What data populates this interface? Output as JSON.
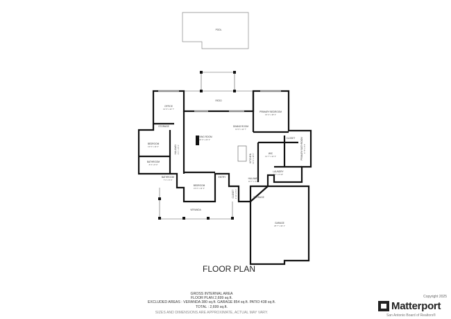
{
  "rooms": {
    "pool": {
      "name": "POOL"
    },
    "patio": {
      "name": "PATIO"
    },
    "office": {
      "name": "OFFICE",
      "dims": "13' 3\" x 13' 7\""
    },
    "storage_office": {
      "name": "STORAGE"
    },
    "bedroom_left": {
      "name": "BEDROOM",
      "dims": "13' 6\" x 12' 0\""
    },
    "bathroom_left": {
      "name": "BATHROOM",
      "dims": "8' 0\" x 8' 0\""
    },
    "hallway_left": {
      "name": "HALLWAY",
      "dims": "4' 0\" x 15' 0\""
    },
    "living_room": {
      "name": "LIVING ROOM",
      "dims": "20' 0\" x 23' 3\""
    },
    "dining_room": {
      "name": "DINING ROOM",
      "dims": "13' 0\" x 14' 7\""
    },
    "kitchen": {
      "name": "KITCHEN",
      "dims": "13' 0\" x 18' 0\""
    },
    "primary_bedroom": {
      "name": "PRIMARY BEDROOM",
      "dims": "15' 4\" x 18' 3\""
    },
    "primary_bathroom": {
      "name": "PRIMARY BATHROOM",
      "dims": "17' 8\" x 9' 9\""
    },
    "closet_primary": {
      "name": "CLOSET"
    },
    "wic": {
      "name": "WIC",
      "dims": "12' 7\" x 12' 3\""
    },
    "laundry": {
      "name": "LAUNDRY",
      "dims": "8' 6\" x 6' 10\""
    },
    "bathroom_small": {
      "name": "BATHROOM",
      "dims": "7' 1\" x 5' 0\""
    },
    "bedroom_bottom": {
      "name": "BEDROOM",
      "dims": "15' 0\" x 12' 3\""
    },
    "entry": {
      "name": "ENTRY"
    },
    "closet_entry": {
      "name": "CLOSET",
      "dims": "4' 10\" x 6' 0\""
    },
    "hallway_right": {
      "name": "HALLWAY",
      "dims": "10' 7\" x 4' 0\""
    },
    "storage_garage": {
      "name": "STORAGE"
    },
    "veranda": {
      "name": "VERANDA"
    },
    "garage": {
      "name": "GARAGE",
      "dims": "25' 7\" x 34' 1\""
    }
  },
  "title": "FLOOR PLAN",
  "area": {
    "heading": "GROSS INTERNAL AREA",
    "floor_plan": "FLOOR PLAN 2,699 sq.ft.",
    "excluded": "EXCLUDED AREAS :  VERANDA 380 sq.ft.   GARAGE 854 sq.ft.   PATIO 438 sq.ft.",
    "total": "TOTAL :  2,699 sq.ft.",
    "note": "SIZES AND DIMENSIONS ARE APPROXIMATE, ACTUAL MAY VARY."
  },
  "brand": {
    "name": "Matterport",
    "copyright": "Copyright 2025",
    "board": "San Antonio Board of Realtors®"
  }
}
